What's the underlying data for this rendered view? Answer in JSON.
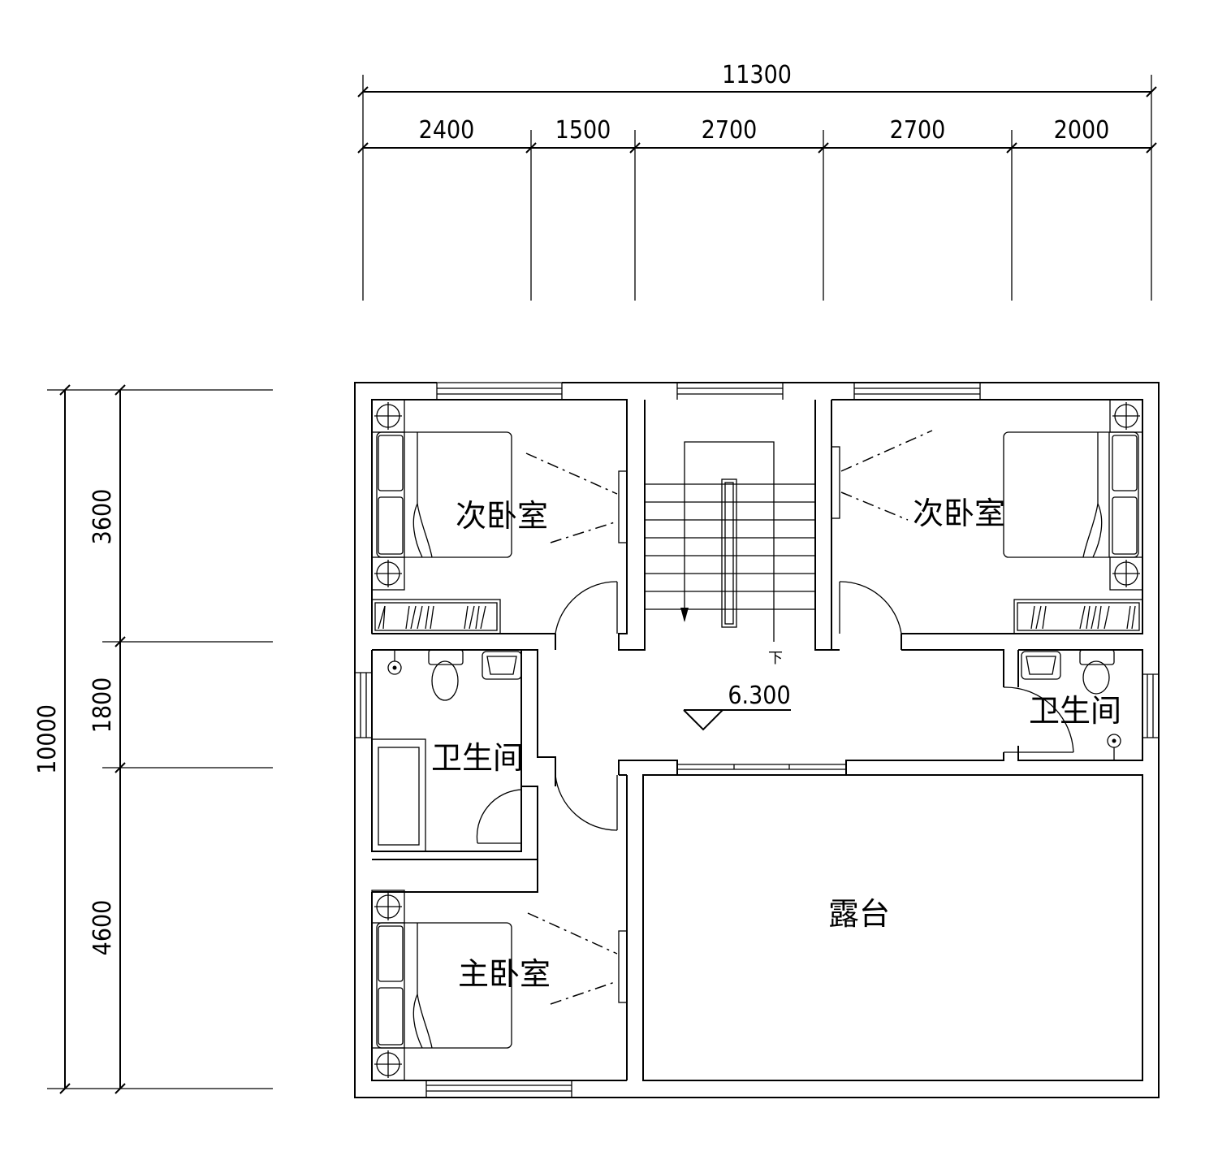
{
  "dimensions": {
    "top_total": "11300",
    "top_segments": [
      "2400",
      "1500",
      "2700",
      "2700",
      "2000"
    ],
    "left_total": "10000",
    "left_segments": [
      "3600",
      "1800",
      "4600"
    ]
  },
  "rooms": {
    "bedroom_top_left": "次卧室",
    "bedroom_top_right": "次卧室",
    "bathroom_left": "卫生间",
    "bathroom_right": "卫生间",
    "master_bedroom": "主卧室",
    "terrace": "露台"
  },
  "stair": {
    "direction_label": "下",
    "elevation": "6.300"
  }
}
